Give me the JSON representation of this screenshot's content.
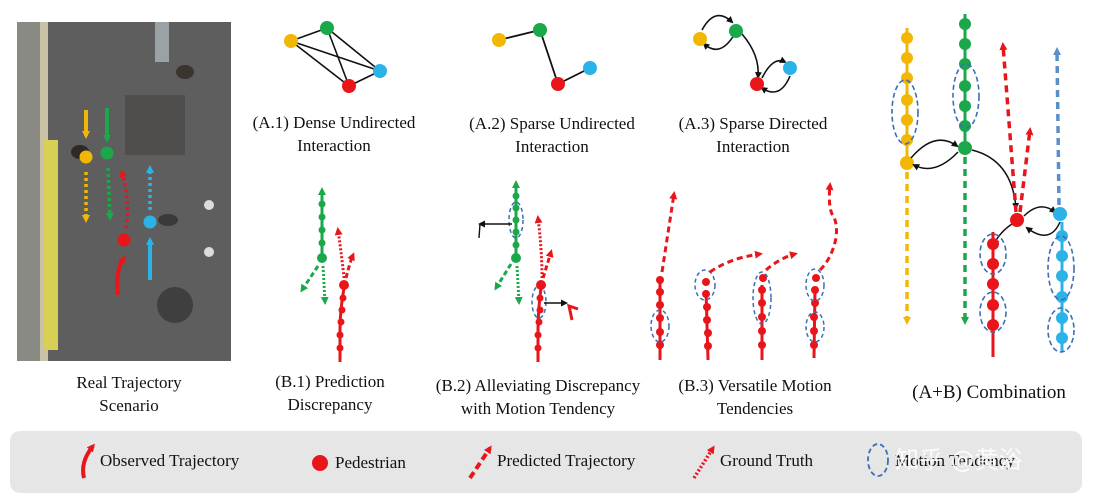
{
  "colors": {
    "red": "#e8151b",
    "green": "#1aa84b",
    "blue": "#2bb3e8",
    "yellow": "#f2b705",
    "ellipse": "#3a6fb5",
    "legend_bg": "#e6e6e6"
  },
  "captions": {
    "real_scenario": [
      "Real Trajectory",
      "Scenario"
    ],
    "a1": [
      "(A.1) Dense Undirected",
      "Interaction"
    ],
    "a2": [
      "(A.2) Sparse Undirected",
      "Interaction"
    ],
    "a3": [
      "(A.3) Sparse Directed",
      "Interaction"
    ],
    "b1": [
      "(B.1) Prediction",
      "Discrepancy"
    ],
    "b2": [
      "(B.2) Alleviating Discrepancy",
      "with Motion Tendency"
    ],
    "b3": [
      "(B.3) Versatile Motion",
      "Tendencies"
    ],
    "combination": "(A+B) Combination"
  },
  "legend": {
    "observed": "Observed Trajectory",
    "pedestrian": "Pedestrian",
    "predicted": "Predicted Trajectory",
    "ground_truth": "Ground Truth",
    "motion_tendency": "Motion Tendency"
  },
  "watermark": "知乎 @黄浴"
}
